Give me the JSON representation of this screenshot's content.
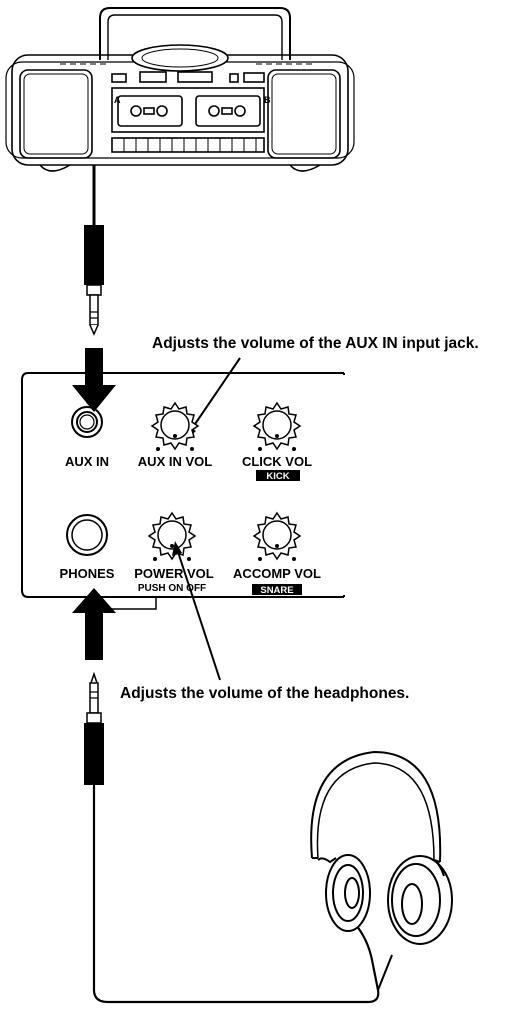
{
  "callouts": {
    "aux_in_vol": "Adjusts the volume of the AUX IN input jack.",
    "headphones": "Adjusts the volume of the headphones."
  },
  "boombox": {
    "deck_a": "A",
    "deck_b": "B"
  },
  "panel": {
    "aux_in": "AUX IN",
    "aux_in_vol": "AUX IN VOL",
    "click_vol": "CLICK VOL",
    "kick": "KICK",
    "phones": "PHONES",
    "power_vol": "POWER VOL",
    "push_on_off": "PUSH ON OFF",
    "accomp_vol": "ACCOMP VOL",
    "snare": "SNARE"
  },
  "icons": [
    "boombox-icon",
    "headphones-icon",
    "plug-icon",
    "knob-icon",
    "jack-icon",
    "arrow-icon"
  ]
}
